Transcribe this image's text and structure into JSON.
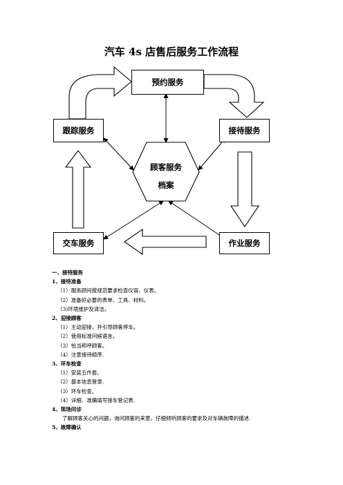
{
  "title": "汽车 4s 店售后服务工作流程",
  "diagram": {
    "nodes": {
      "top": "预约服务",
      "left": "跟踪服务",
      "right": "接待服务",
      "bottom_left": "交车服务",
      "bottom_right": "作业服务",
      "center_line1": "顾客服务",
      "center_line2": "档案"
    }
  },
  "sections": [
    {
      "heading": "一、接待服务"
    },
    {
      "heading": "1、接待准备",
      "items": [
        "（1）服务顾问按规范要求检查仪容、仪表。",
        "（2）准备好必要的表单、工具、材料。",
        "（3)环境维护及清洁。"
      ]
    },
    {
      "heading": "2、迎接顾客",
      "items": [
        "（1）主动迎接，并引导顾客停车。",
        "（2）使用标准问候语言。",
        "（3）恰当称呼顾客。",
        "（4）注意接待顺序."
      ]
    },
    {
      "heading": "3、环车检查",
      "items": [
        "（1）安装五件套。",
        "（2）基本信息登录.",
        "（3）环车检查。",
        "（4）详细、准确填写接车登记表."
      ]
    },
    {
      "heading": "4、现场问诊",
      "items": [
        "了解顾客关心的问题，询问顾客的来意，仔细倾听顾客的要求及对车辆故障的描述."
      ]
    },
    {
      "heading": "5、故障确认"
    }
  ]
}
